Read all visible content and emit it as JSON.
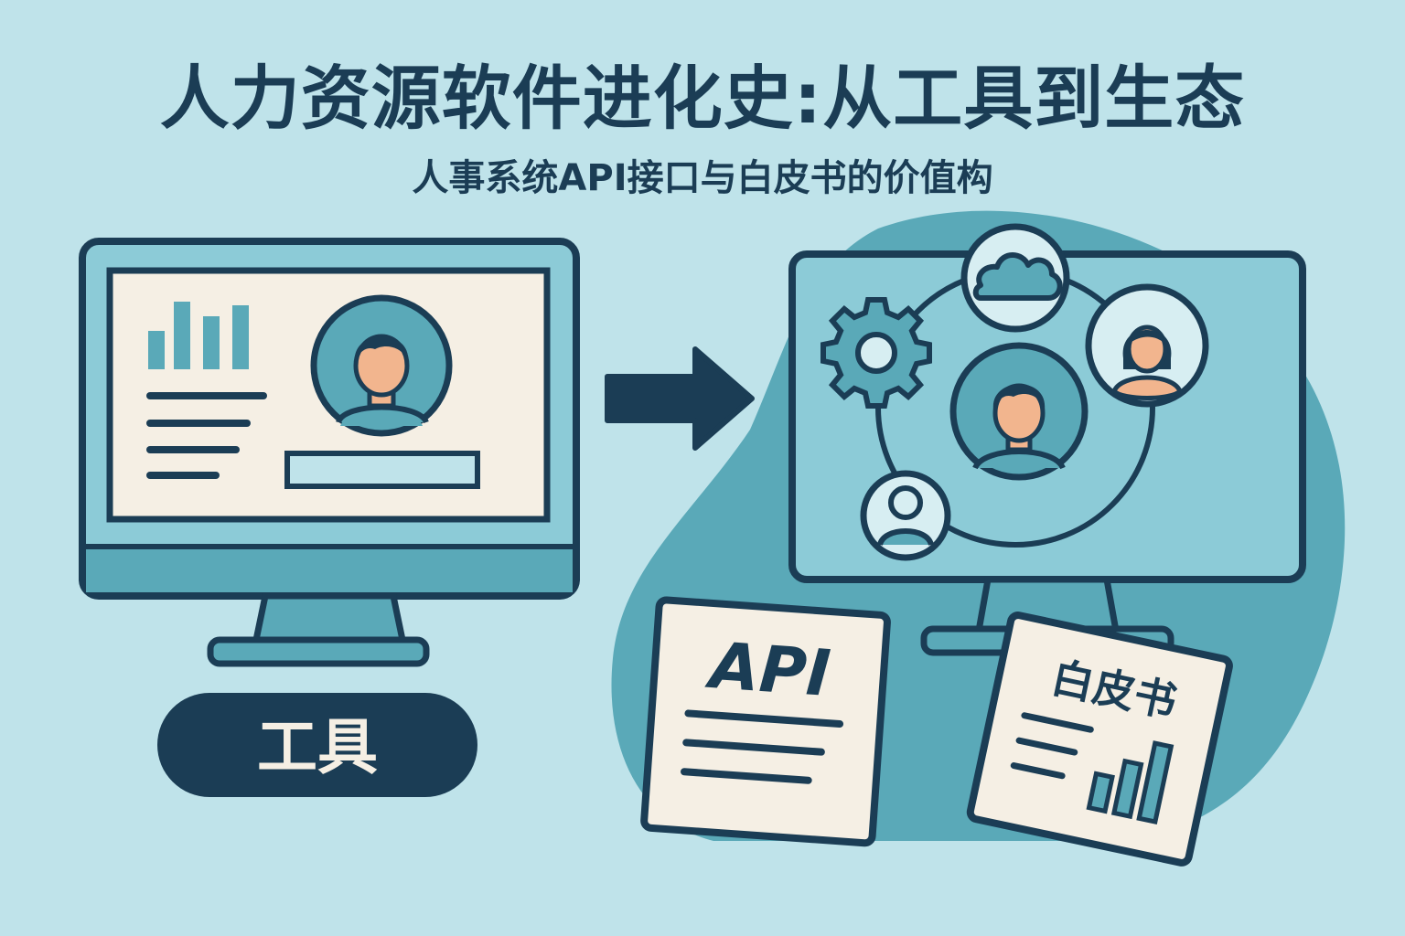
{
  "header": {
    "title": "人力资源软件进化史:从工具到生态",
    "subtitle": "人事系统API接口与白皮书的价值构"
  },
  "left_panel": {
    "label": "工具"
  },
  "right_panel": {
    "api_doc_label": "API",
    "whitepaper_label": "白皮书"
  },
  "colors": {
    "background": "#bfe3ea",
    "navy": "#1b3d55",
    "teal": "#5aa9b8",
    "light_teal": "#8ccbd7",
    "cream": "#f5efe4",
    "skin": "#f2b58e"
  }
}
